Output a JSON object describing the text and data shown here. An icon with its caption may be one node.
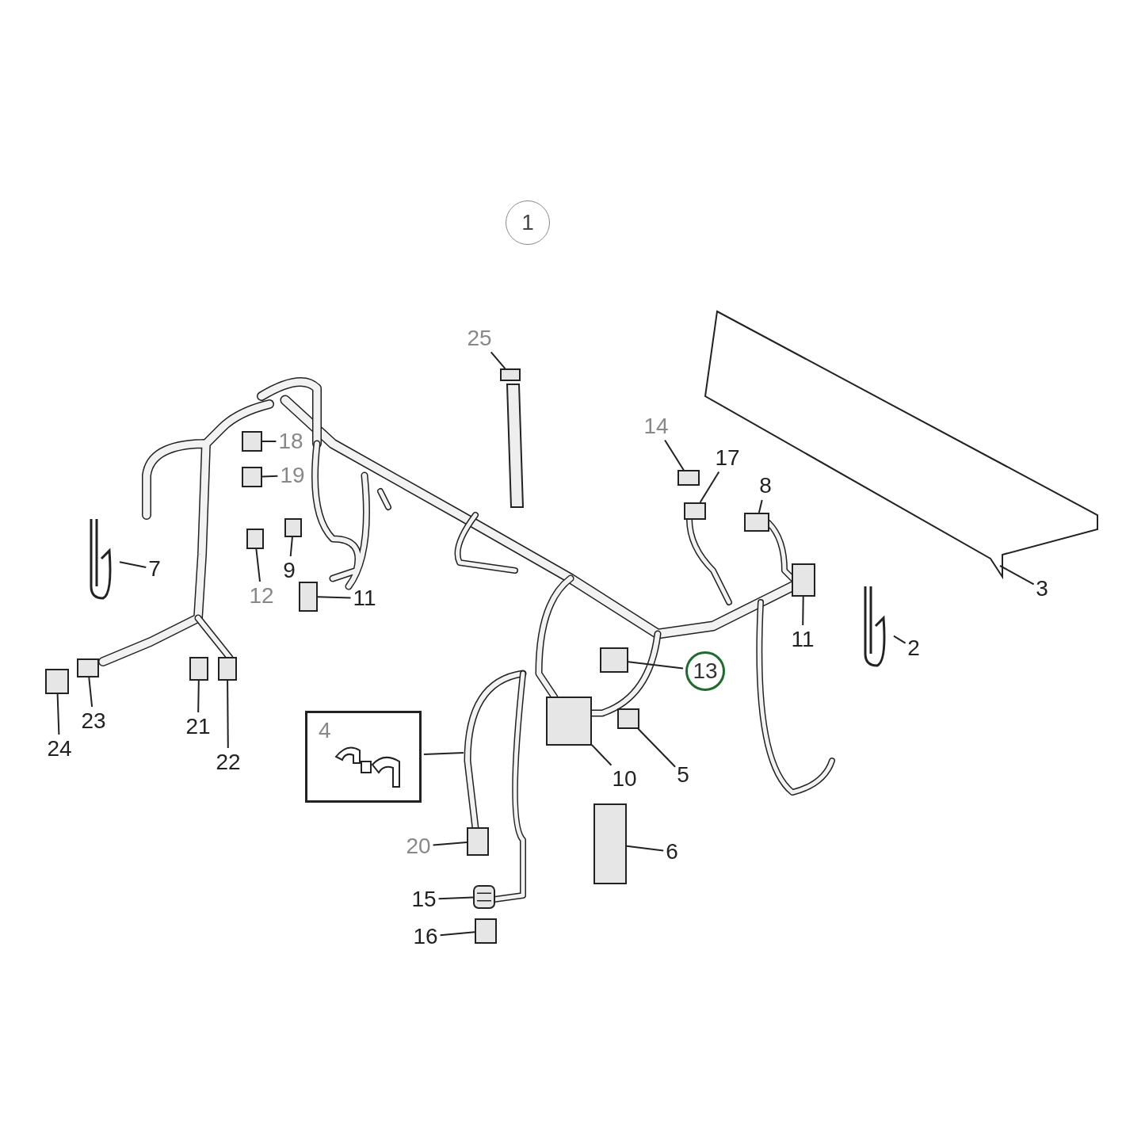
{
  "diagram": {
    "nodes": [
      {
        "text": [
          "1"
        ]
      },
      {
        "text": [
          "25"
        ]
      },
      {
        "text": [
          "14"
        ]
      },
      {
        "text": [
          "17"
        ]
      },
      {
        "text": [
          "18"
        ]
      },
      {
        "text": [
          "19"
        ]
      },
      {
        "text": [
          "8"
        ]
      },
      {
        "text": [
          "7"
        ]
      },
      {
        "text": [
          "12"
        ]
      },
      {
        "text": [
          "9"
        ]
      },
      {
        "text": [
          "11"
        ]
      },
      {
        "text": [
          "3"
        ]
      },
      {
        "text": [
          "11"
        ]
      },
      {
        "text": [
          "2"
        ]
      },
      {
        "text": [
          "13"
        ]
      },
      {
        "text": [
          "23"
        ]
      },
      {
        "text": [
          "24"
        ]
      },
      {
        "text": [
          "21"
        ]
      },
      {
        "text": [
          "22"
        ]
      },
      {
        "text": [
          "4"
        ]
      },
      {
        "text": [
          "5"
        ]
      },
      {
        "text": [
          "10"
        ]
      },
      {
        "text": [
          "20"
        ]
      },
      {
        "text": [
          "6"
        ]
      },
      {
        "text": [
          "15"
        ]
      },
      {
        "text": [
          "16"
        ]
      },
      {
        "text": [],
        "shape": "box"
      },
      {
        "text": [],
        "shape": "box"
      },
      {
        "text": [],
        "shape": "box"
      },
      {
        "text": [],
        "shape": "box"
      },
      {
        "text": [],
        "shape": "box"
      },
      {
        "text": [],
        "shape": "box"
      },
      {
        "text": [],
        "shape": "picture"
      },
      {
        "text": [],
        "shape": "box"
      },
      {
        "text": [],
        "shape": "box"
      },
      {
        "text": [],
        "shape": "box"
      },
      {
        "text": [],
        "shape": "picture"
      },
      {
        "text": [],
        "shape": "box"
      },
      {
        "text": [],
        "shape": "picture"
      },
      {
        "text": [],
        "shape": "box"
      },
      {
        "text": [],
        "shape": "box"
      },
      {
        "text": [],
        "shape": "box"
      },
      {
        "text": [],
        "shape": "box"
      },
      {
        "text": [],
        "shape": "box"
      },
      {
        "text": [],
        "shape": "box"
      },
      {
        "text": [],
        "shape": "box"
      },
      {
        "text": [],
        "shape": "box"
      },
      {
        "text": [],
        "shape": "box"
      },
      {
        "text": [],
        "shape": "picture"
      },
      {
        "text": [],
        "shape": "box"
      }
    ],
    "edges": [
      {
        "from": 1,
        "to": 26,
        "arrow": "none"
      },
      {
        "from": 2,
        "to": 27,
        "arrow": "none"
      },
      {
        "from": 3,
        "to": 28,
        "arrow": "none"
      },
      {
        "from": 4,
        "to": 29,
        "arrow": "none"
      },
      {
        "from": 5,
        "to": 30,
        "arrow": "none"
      },
      {
        "from": 6,
        "to": 31,
        "arrow": "none"
      },
      {
        "from": 7,
        "to": 32,
        "arrow": "none"
      },
      {
        "from": 8,
        "to": 33,
        "arrow": "none"
      },
      {
        "from": 9,
        "to": 34,
        "arrow": "none"
      },
      {
        "from": 10,
        "to": 35,
        "arrow": "none"
      },
      {
        "from": 11,
        "to": 36,
        "arrow": "none"
      },
      {
        "from": 12,
        "to": 37,
        "arrow": "none"
      },
      {
        "from": 13,
        "to": 38,
        "arrow": "none"
      },
      {
        "from": 14,
        "to": 39,
        "arrow": "none"
      },
      {
        "from": 15,
        "to": 40,
        "arrow": "none"
      },
      {
        "from": 16,
        "to": 41,
        "arrow": "none"
      },
      {
        "from": 17,
        "to": 42,
        "arrow": "none"
      },
      {
        "from": 18,
        "to": 43,
        "arrow": "none"
      },
      {
        "from": 19,
        "to": null,
        "arrow": "none"
      },
      {
        "from": 20,
        "to": 44,
        "arrow": "none"
      },
      {
        "from": 21,
        "to": 45,
        "arrow": "none"
      },
      {
        "from": 22,
        "to": 46,
        "arrow": "none"
      },
      {
        "from": 23,
        "to": 47,
        "arrow": "none"
      },
      {
        "from": 24,
        "to": 48,
        "arrow": "none"
      },
      {
        "from": 25,
        "to": 49,
        "arrow": "none"
      }
    ]
  }
}
